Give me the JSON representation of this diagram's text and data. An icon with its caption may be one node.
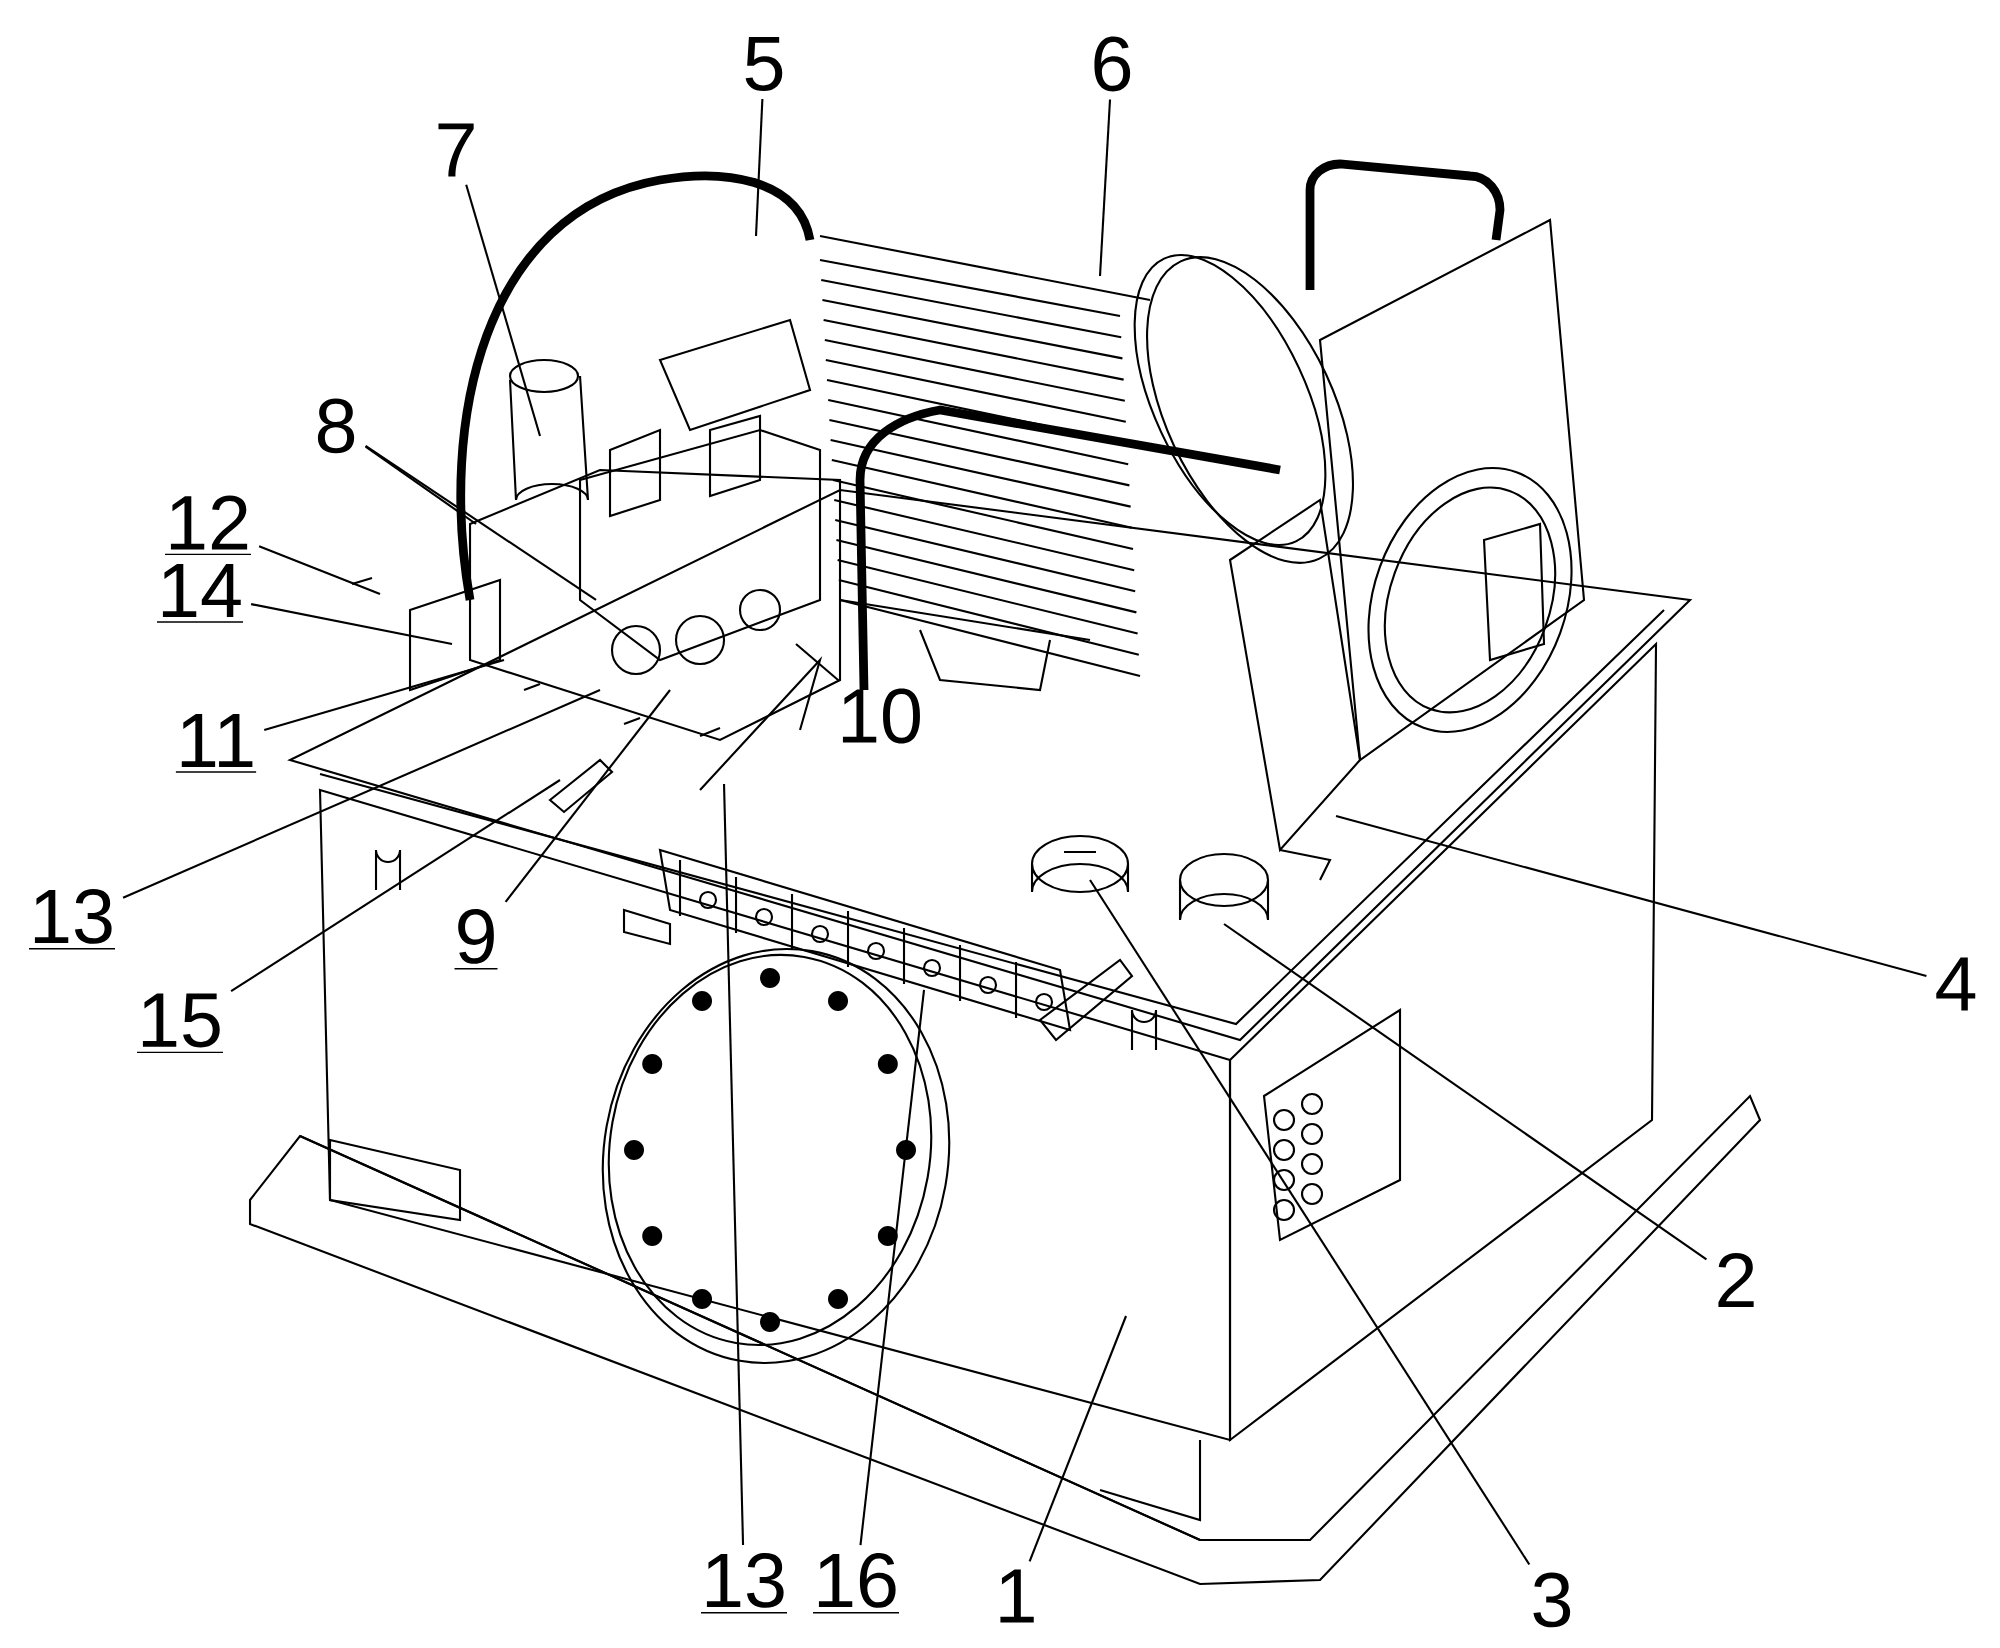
{
  "diagram": {
    "nodes": [
      {
        "text": [
          "5"
        ]
      },
      {
        "text": [
          "6"
        ]
      },
      {
        "text": [
          "7"
        ]
      },
      {
        "text": [
          "8"
        ]
      },
      {
        "text": [
          "12"
        ]
      },
      {
        "text": [
          "14"
        ]
      },
      {
        "text": [
          "11"
        ]
      },
      {
        "text": [
          "10"
        ]
      },
      {
        "text": [
          "13"
        ]
      },
      {
        "text": [
          "9"
        ]
      },
      {
        "text": [
          "4"
        ]
      },
      {
        "text": [
          "15"
        ]
      },
      {
        "text": [
          "2"
        ]
      },
      {
        "text": [
          "13"
        ]
      },
      {
        "text": [
          "16"
        ]
      },
      {
        "text": [
          "1"
        ]
      },
      {
        "text": [
          "3"
        ]
      }
    ],
    "edges": [
      {
        "from": 0,
        "to": null,
        "arrow": "none"
      },
      {
        "from": 1,
        "to": null,
        "arrow": "none"
      },
      {
        "from": 2,
        "to": null,
        "arrow": "none"
      },
      {
        "from": 3,
        "to": null,
        "arrow": "none"
      },
      {
        "from": 3,
        "to": null,
        "arrow": "none"
      },
      {
        "from": 4,
        "to": null,
        "arrow": "none"
      },
      {
        "from": 5,
        "to": null,
        "arrow": "none"
      },
      {
        "from": 6,
        "to": null,
        "arrow": "none"
      },
      {
        "from": 7,
        "to": null,
        "arrow": "none"
      },
      {
        "from": 8,
        "to": null,
        "arrow": "none"
      },
      {
        "from": 9,
        "to": null,
        "arrow": "none"
      },
      {
        "from": 10,
        "to": null,
        "arrow": "none"
      },
      {
        "from": 11,
        "to": null,
        "arrow": "none"
      },
      {
        "from": 12,
        "to": null,
        "arrow": "none"
      },
      {
        "from": 13,
        "to": null,
        "arrow": "none"
      },
      {
        "from": 14,
        "to": null,
        "arrow": "none"
      },
      {
        "from": 15,
        "to": null,
        "arrow": "none"
      },
      {
        "from": 16,
        "to": null,
        "arrow": "none"
      }
    ]
  }
}
